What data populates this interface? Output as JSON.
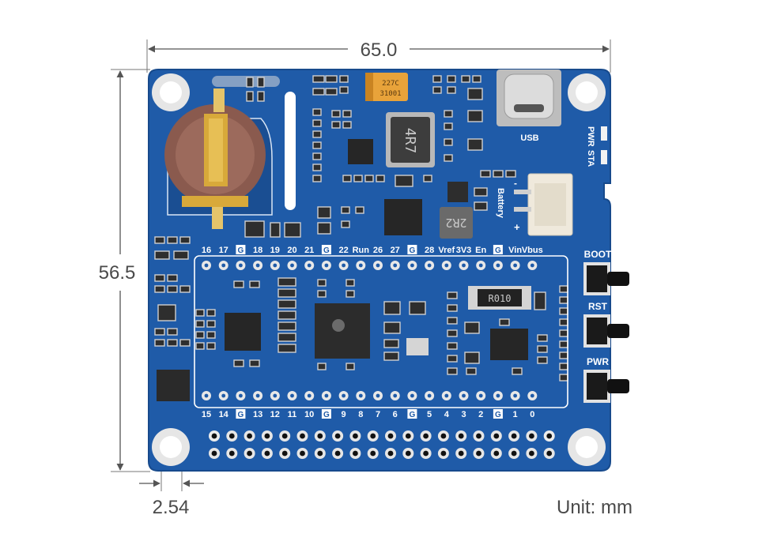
{
  "dimensions": {
    "width": "65.0",
    "height": "56.5",
    "pitch": "2.54",
    "unit_label": "Unit: mm"
  },
  "board": {
    "pin_labels_top": [
      "16",
      "17",
      "G",
      "18",
      "19",
      "20",
      "21",
      "G",
      "22",
      "Run",
      "26",
      "27",
      "G",
      "28",
      "Vref",
      "3V3",
      "En",
      "G",
      "Vin",
      "Vbus"
    ],
    "pin_labels_bottom": [
      "15",
      "14",
      "G",
      "13",
      "12",
      "11",
      "10",
      "G",
      "9",
      "8",
      "7",
      "6",
      "G",
      "5",
      "4",
      "3",
      "2",
      "G",
      "1",
      "0"
    ],
    "usb_label": "USB",
    "battery_label": "Battery",
    "battery_plus": "+",
    "battery_minus": "-",
    "led_pwr": "PWR",
    "led_sta": "STA",
    "buttons": [
      "BOOT",
      "RST",
      "PWR"
    ],
    "component_markings": {
      "inductor_1": "4R7",
      "inductor_2": "2R2",
      "resistor": "R010",
      "tantalum_cap": "227C",
      "tantalum_code": "31001"
    }
  },
  "colors": {
    "pcb": "#1f5ba8",
    "pcb_edge": "#174a8c",
    "silkscreen": "#ffffff",
    "pad": "#e8e8e8",
    "ic": "#262626",
    "dimension_line": "#555555"
  }
}
